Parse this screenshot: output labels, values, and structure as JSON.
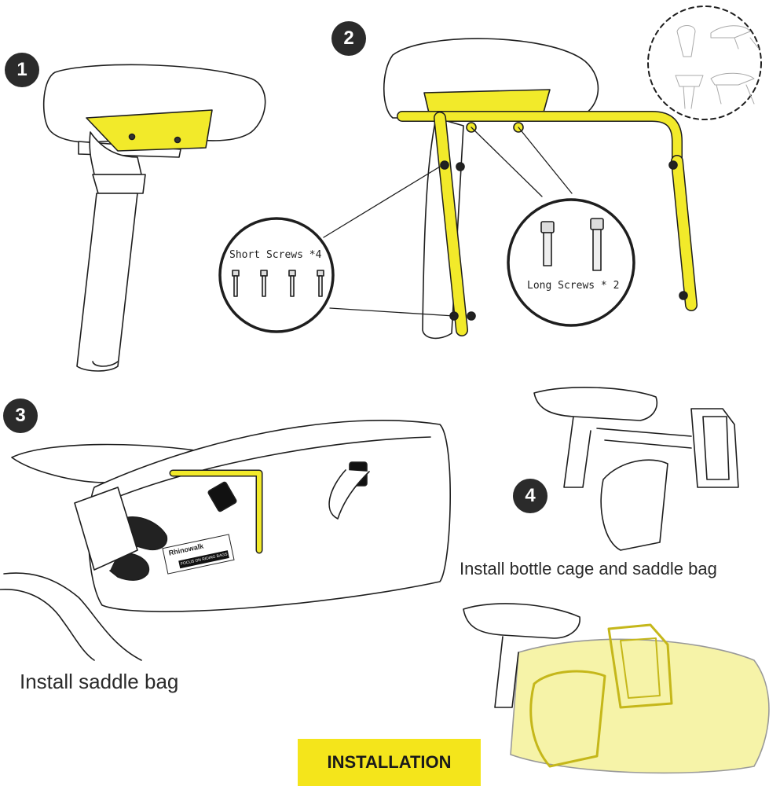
{
  "steps": [
    {
      "number": "1"
    },
    {
      "number": "2"
    },
    {
      "number": "3"
    },
    {
      "number": "4"
    }
  ],
  "callouts": {
    "short_screws": "Short Screws *4",
    "long_screws": "Long Screws * 2"
  },
  "captions": {
    "step3": "Install saddle bag",
    "step4": "Install bottle cage and saddle bag"
  },
  "brand_label": {
    "name": "Rhinowalk",
    "tagline": "FOCUS ON RIDING BAGS"
  },
  "banner": "INSTALLATION",
  "colors": {
    "accent_yellow": "#f4e51b",
    "part_yellow": "#f2ea2a",
    "badge_dark": "#2b2b2b",
    "line": "#1e1e1e"
  },
  "icons": [
    "step-badge",
    "screw-icon",
    "saddle-illustration",
    "bracket-illustration",
    "bottle-cage-illustration"
  ]
}
